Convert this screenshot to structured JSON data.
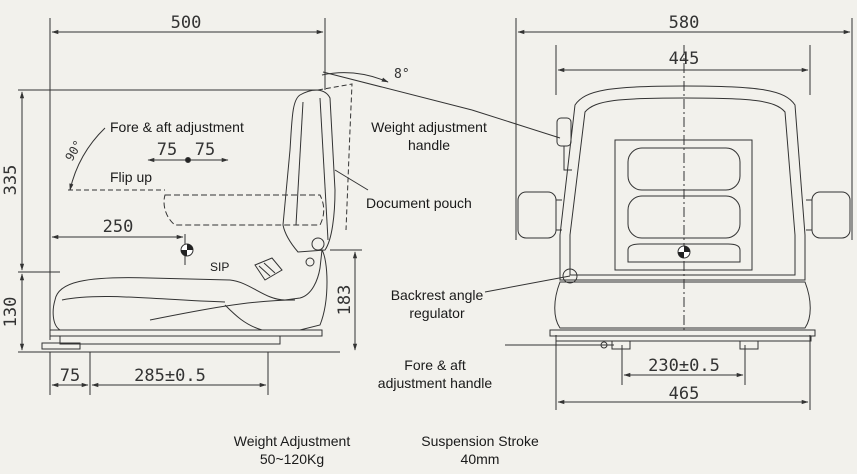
{
  "dimensions": {
    "side_width": "500",
    "front_width": "580",
    "backrest_width": "445",
    "backrest_height": "335",
    "seat_height": "130",
    "sip_offset": "250",
    "base_height": "183",
    "rail_offset": "75",
    "rail_spacing_side": "285±0.5",
    "rail_spacing_front": "230±0.5",
    "base_width": "465",
    "fore_aft_travel_1": "75",
    "fore_aft_travel_2": "75",
    "backrest_tilt": "8°",
    "flip_angle": "90°"
  },
  "labels": {
    "fore_aft_adjustment": "Fore & aft adjustment",
    "flip_up": "Flip up",
    "sip": "SIP",
    "weight_adjustment_handle_1": "Weight adjustment",
    "weight_adjustment_handle_2": "handle",
    "document_pouch": "Document pouch",
    "backrest_angle_regulator_1": "Backrest angle",
    "backrest_angle_regulator_2": "regulator",
    "fore_aft_handle_1": "Fore & aft",
    "fore_aft_handle_2": "adjustment handle"
  },
  "specs": {
    "weight_adjustment_title": "Weight Adjustment",
    "weight_adjustment_value": "50~120Kg",
    "suspension_stroke_title": "Suspension Stroke",
    "suspension_stroke_value": "40mm"
  }
}
